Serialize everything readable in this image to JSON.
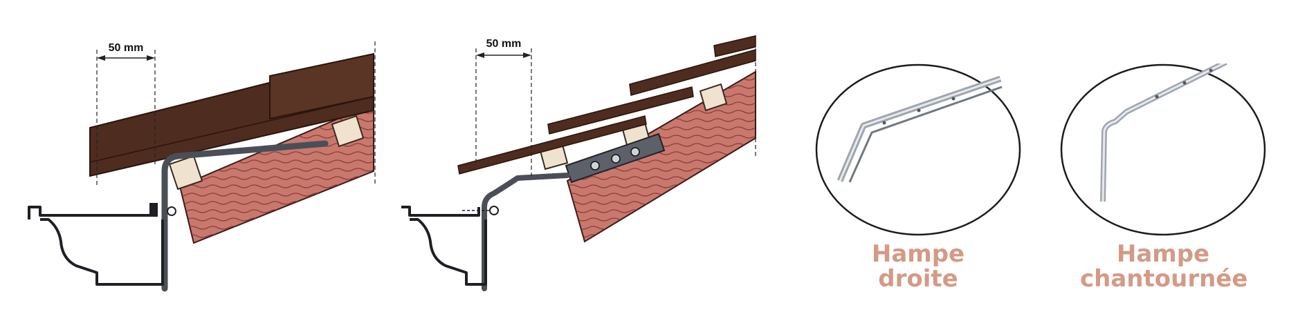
{
  "diagram_left": {
    "dimension_label": "50 mm"
  },
  "diagram_right": {
    "dimension_label": "50 mm"
  },
  "products": [
    {
      "caption_line1": "Hampe",
      "caption_line2": "droite"
    },
    {
      "caption_line1": "Hampe",
      "caption_line2": "chantournée"
    }
  ],
  "colors": {
    "caption": "#d49a86",
    "tile": "#4e2c1f",
    "rafter": "#c9786e",
    "hook": "#4a4f57"
  }
}
